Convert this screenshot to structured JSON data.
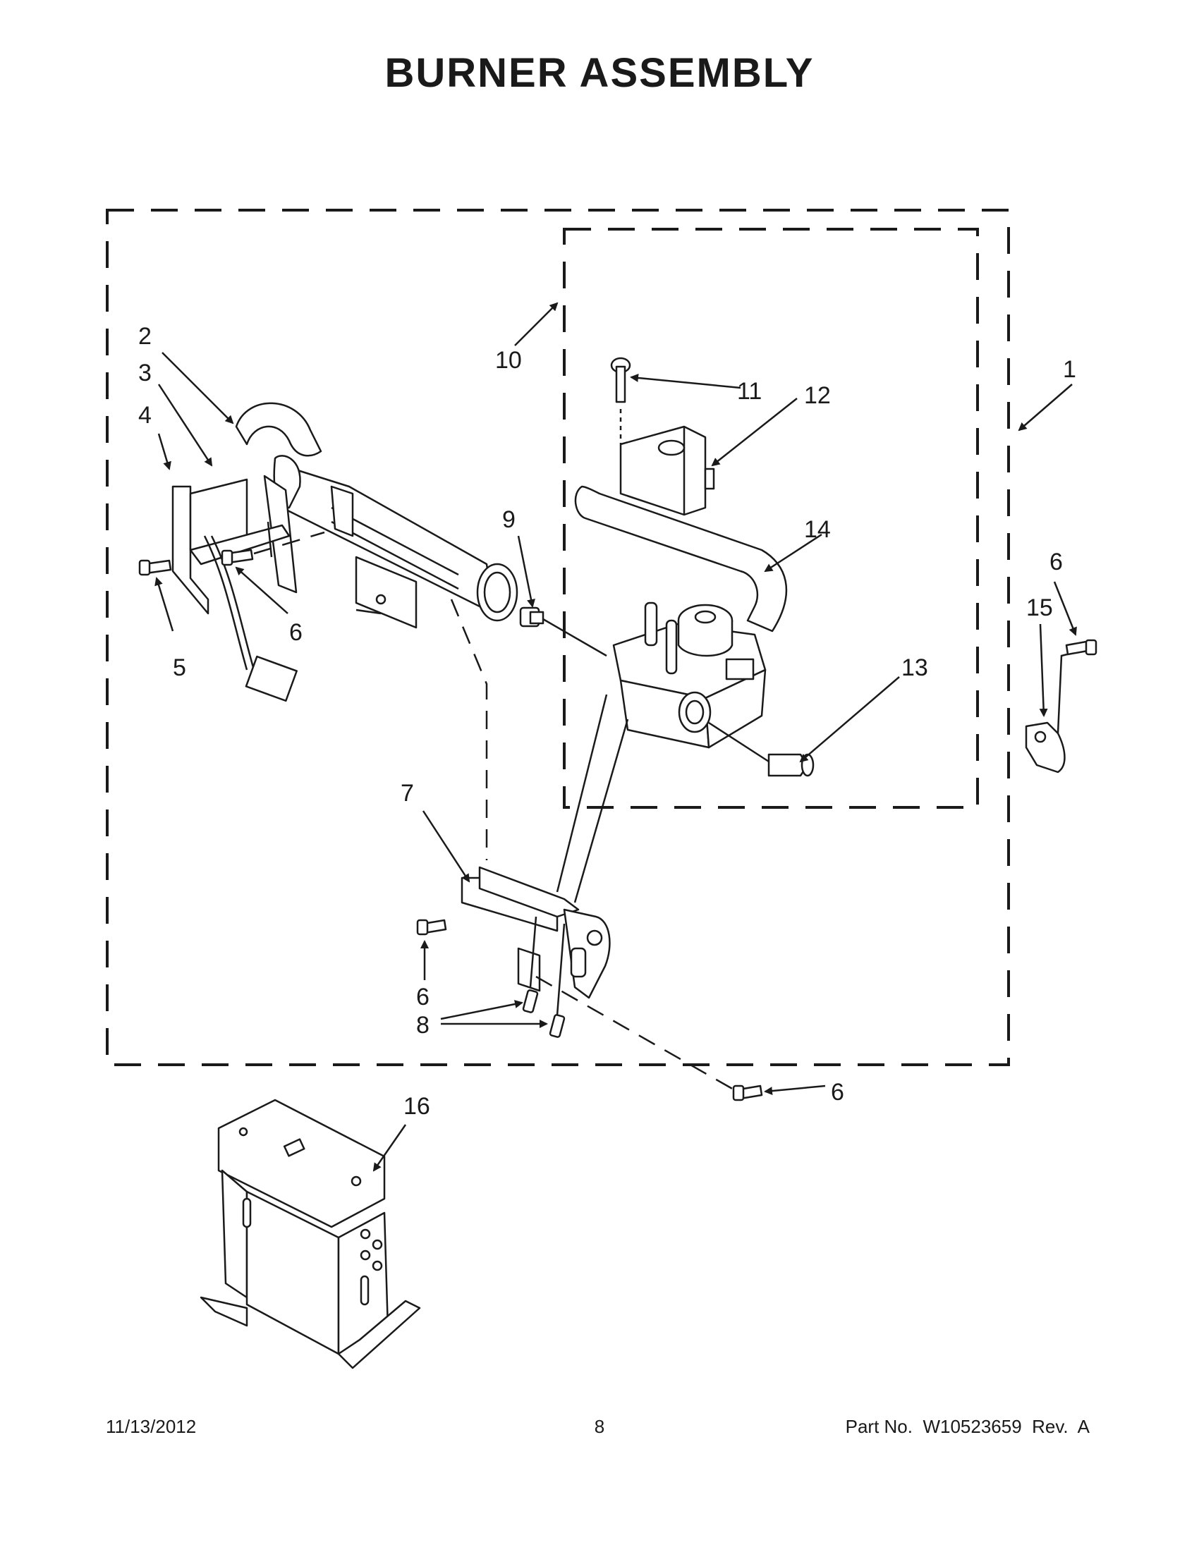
{
  "page": {
    "title": "BURNER ASSEMBLY"
  },
  "callouts": {
    "c1": "1",
    "c2": "2",
    "c3": "3",
    "c4": "4",
    "c5": "5",
    "c6a": "6",
    "c6b": "6",
    "c6c": "6",
    "c6d": "6",
    "c7": "7",
    "c8": "8",
    "c9": "9",
    "c10": "10",
    "c11": "11",
    "c12": "12",
    "c13": "13",
    "c14": "14",
    "c15": "15",
    "c16": "16"
  },
  "footer": {
    "date": "11/13/2012",
    "page_number": "8",
    "part_number": "Part No.  W10523659  Rev.  A"
  }
}
